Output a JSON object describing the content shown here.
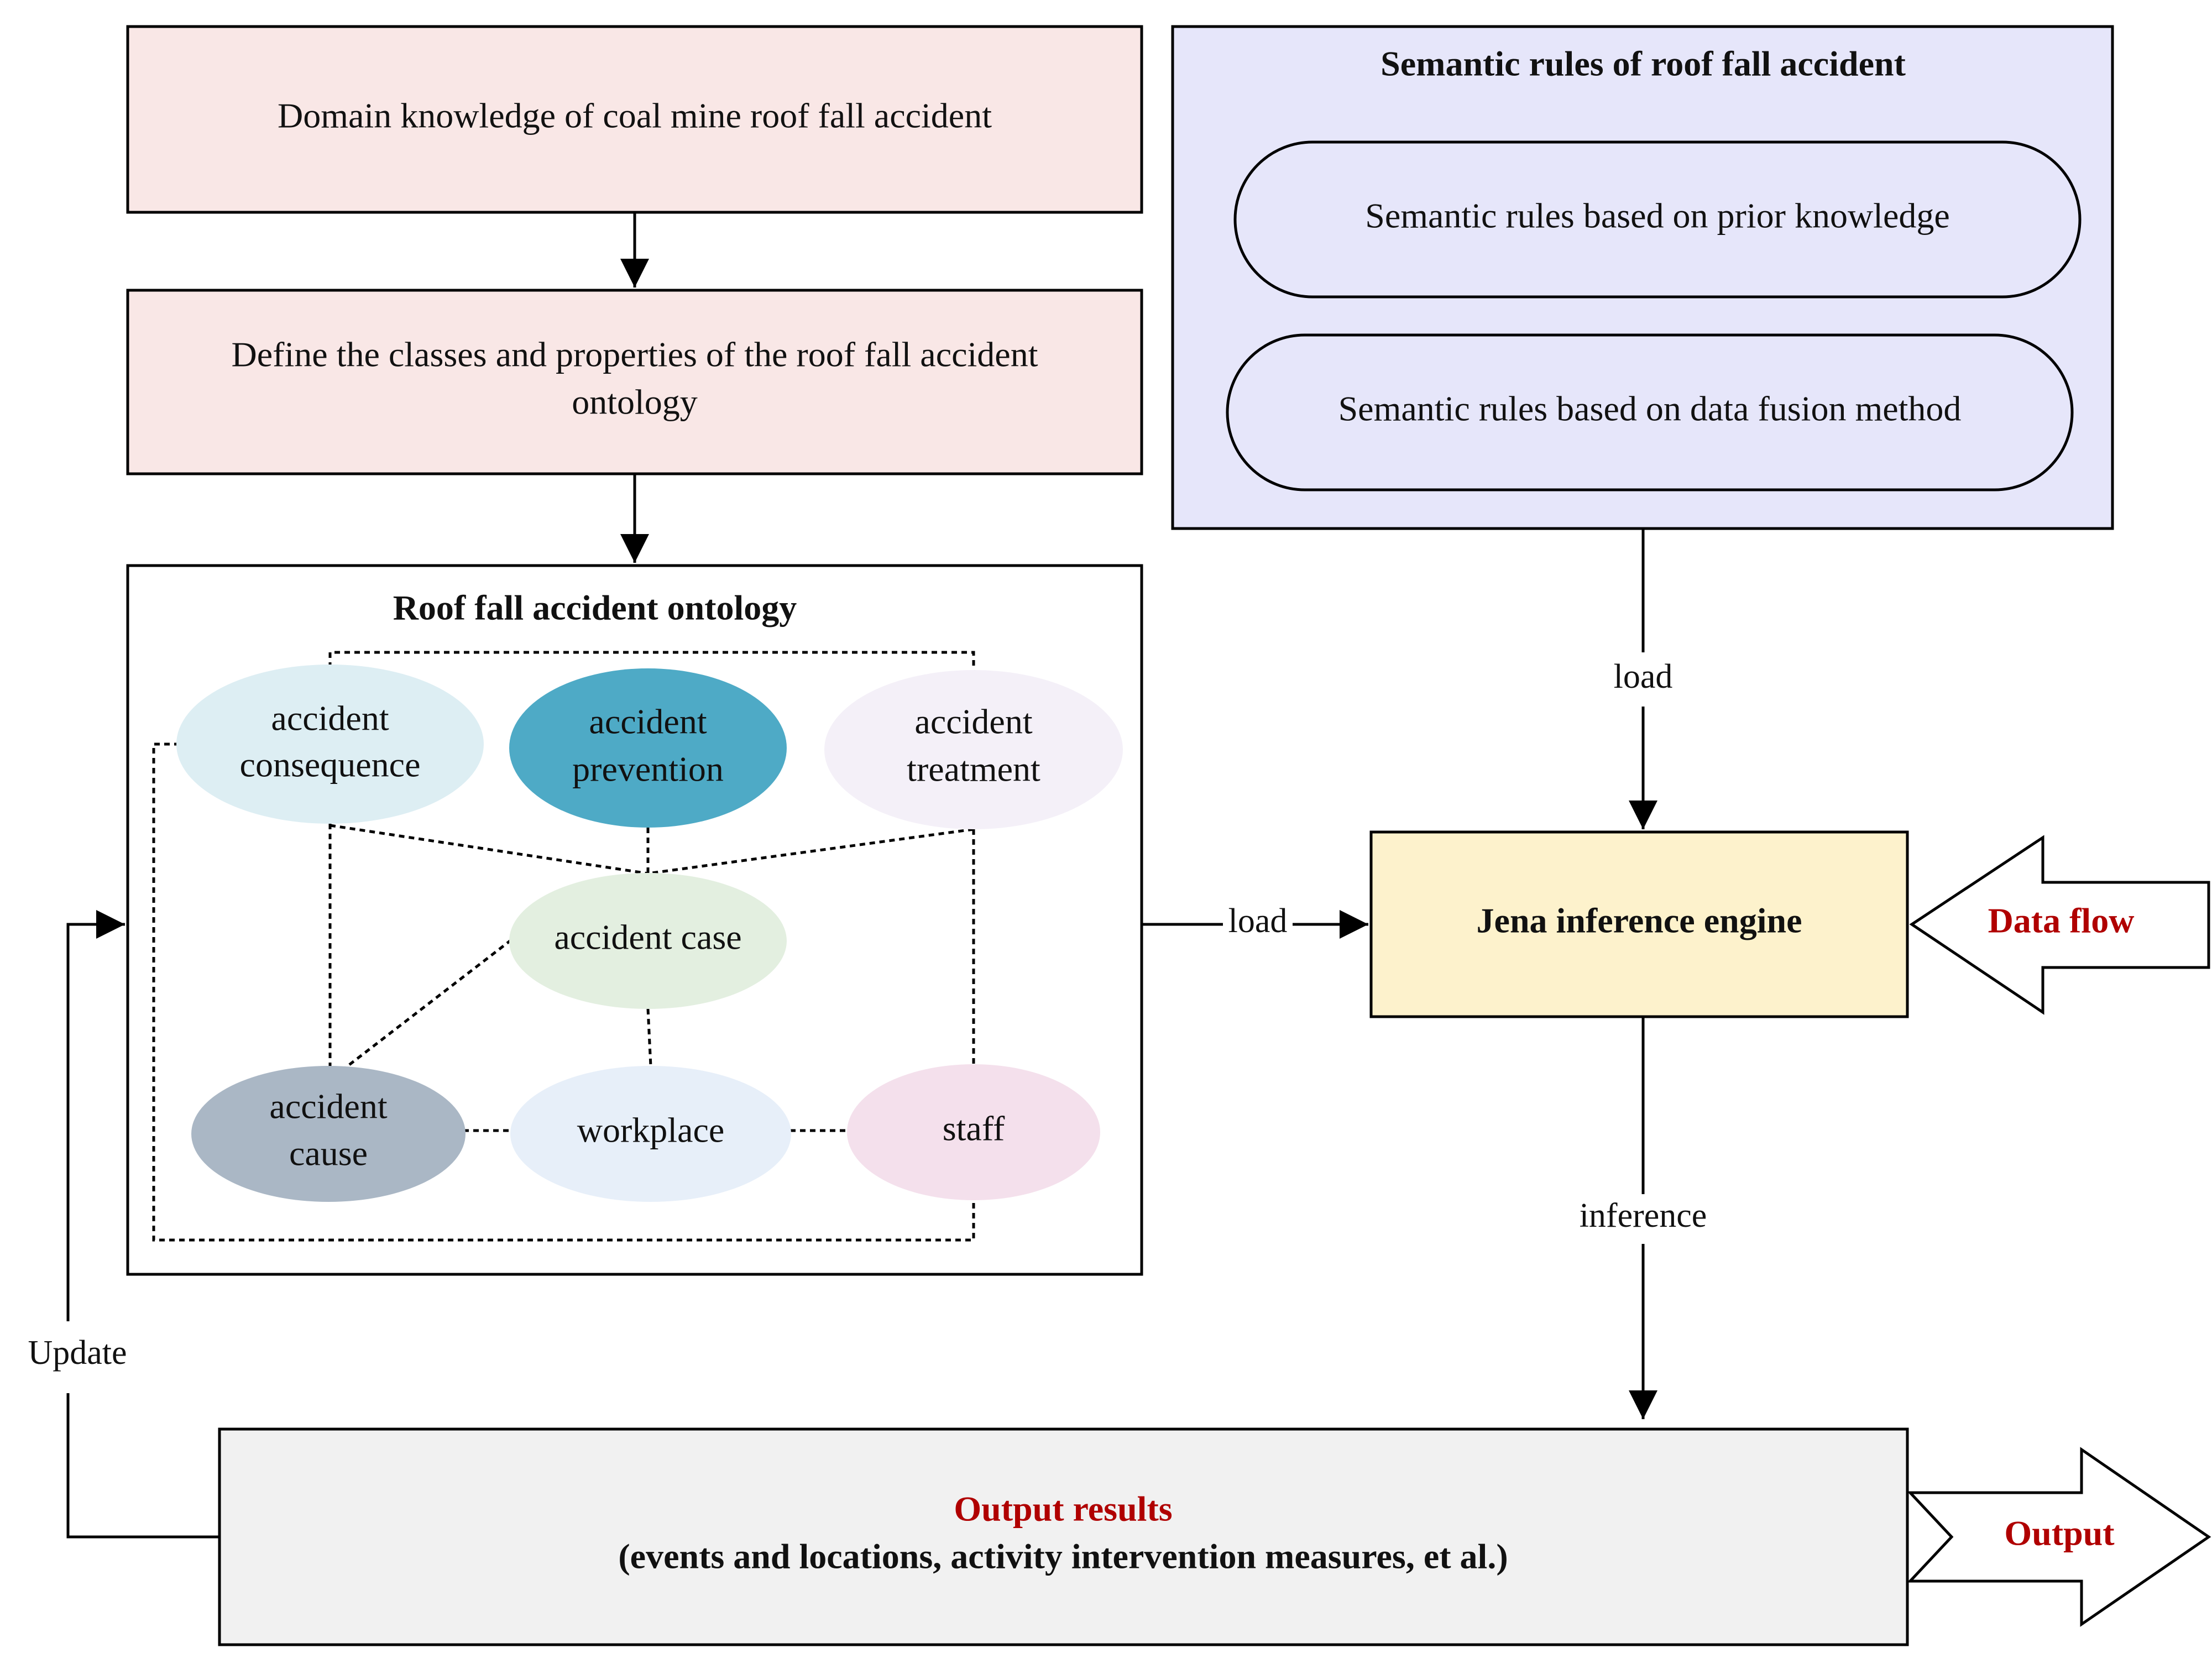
{
  "domain_knowledge": "Domain knowledge of coal mine roof fall accident",
  "define_classes": {
    "line1": "Define the classes and properties of the roof fall accident",
    "line2": "ontology"
  },
  "ontology": {
    "title": "Roof fall accident ontology",
    "nodes": {
      "consequence": {
        "line1": "accident",
        "line2": "consequence"
      },
      "prevention": {
        "line1": "accident",
        "line2": "prevention"
      },
      "treatment": {
        "line1": "accident",
        "line2": "treatment"
      },
      "case": {
        "line1": "accident case"
      },
      "cause": {
        "line1": "accident",
        "line2": "cause"
      },
      "workplace": {
        "line1": "workplace"
      },
      "staff": {
        "line1": "staff"
      }
    }
  },
  "semantic_rules": {
    "title": "Semantic rules of roof fall accident",
    "prior": "Semantic rules based on prior knowledge",
    "fusion": "Semantic rules based on data fusion method"
  },
  "jena": "Jena inference engine",
  "data_flow": "Data flow",
  "output": {
    "title": "Output results",
    "subtitle": "(events and locations, activity intervention measures, et al.)",
    "arrow_label": "Output"
  },
  "edge_labels": {
    "load_rules": "load",
    "load_ontology": "load",
    "inference": "inference",
    "update": "Update"
  },
  "colors": {
    "domain_box_fill": "#f9e7e6",
    "rules_box_fill": "#e6e6fa",
    "jena_fill": "#fdf2cc",
    "output_fill": "#f1f1f1",
    "node_consequence": "#ddeef3",
    "node_prevention": "#4eaac6",
    "node_treatment": "#f4f0f8",
    "node_case": "#e3efe0",
    "node_cause": "#aab7c5",
    "node_workplace": "#e7eff9",
    "node_staff": "#f4e0ec",
    "highlight_text": "#b00000"
  }
}
